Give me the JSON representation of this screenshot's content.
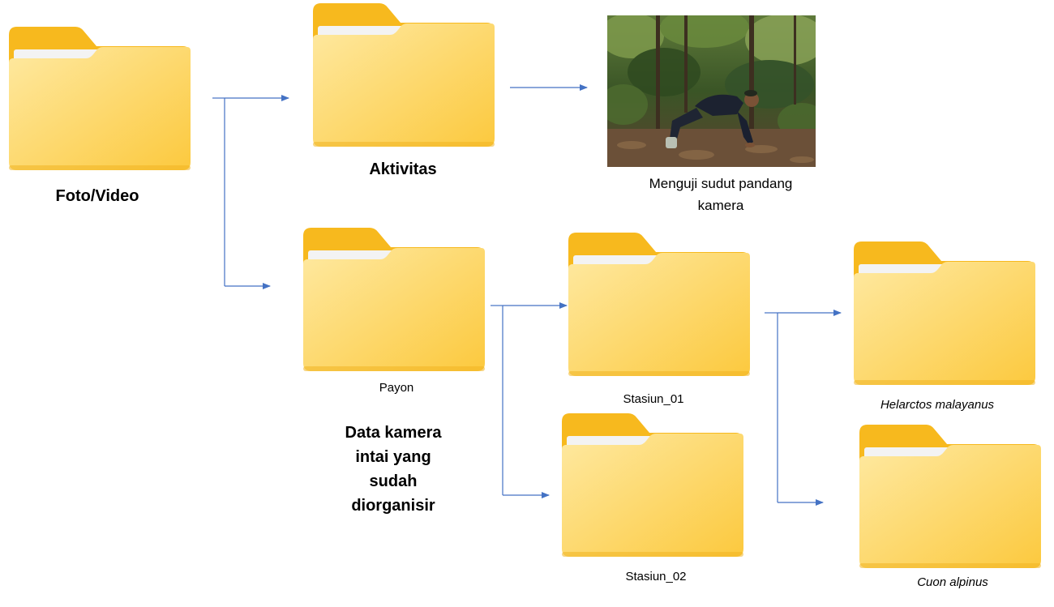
{
  "colors": {
    "folder_back": "#F7B91E",
    "folder_front_light": "#FEE9A1",
    "folder_front_dark": "#FCC93E",
    "folder_paper": "#F3F3F3",
    "arrow": "#4472C4"
  },
  "icons": {
    "folder": "folder-icon",
    "photo": "field-photo"
  },
  "root": {
    "label": "Foto/Video"
  },
  "aktivitas": {
    "label": "Aktivitas",
    "photo_caption": "Menguji sudut pandang kamera"
  },
  "payon": {
    "label": "Payon",
    "description": [
      "Data kamera",
      "intai yang",
      "sudah",
      "diorganisir"
    ]
  },
  "stations": [
    {
      "label": "Stasiun_01"
    },
    {
      "label": "Stasiun_02"
    }
  ],
  "species": [
    {
      "label": "Helarctos malayanus"
    },
    {
      "label": "Cuon alpinus"
    }
  ]
}
